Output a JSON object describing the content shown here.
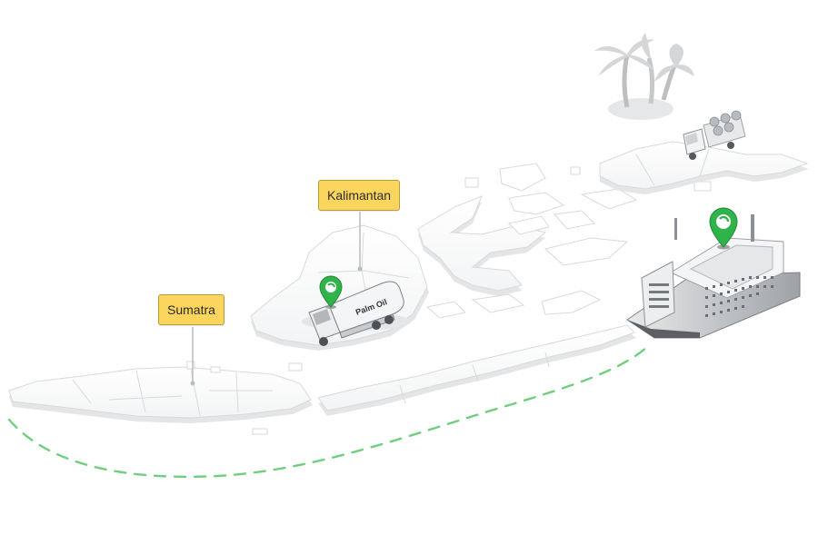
{
  "labels": {
    "sumatra": "Sumatra",
    "kalimantan": "Kalimantan"
  },
  "tanker_text": "Palm Oil",
  "colors": {
    "label_fill": "#fcd55f",
    "route": "#6fcf7f",
    "marker": "#2fb34a"
  }
}
